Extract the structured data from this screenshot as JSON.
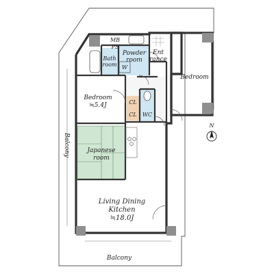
{
  "rooms": {
    "mb_ps": [
      "MB",
      "PS"
    ],
    "powder_room": [
      "Powder",
      "room"
    ],
    "bath_room": [
      "Bath",
      "room"
    ],
    "washer": "W",
    "entrance": [
      "Ent",
      "rance"
    ],
    "bedroom_east": "Bedroom",
    "bedroom_west": [
      "Bedroom",
      "≒5.4J"
    ],
    "closet_1": "CL",
    "closet_2": "CL",
    "wc": "WC",
    "japanese_room": [
      "Japanese",
      "room"
    ],
    "ldk": [
      "Living Dining",
      "Kitchen",
      "≒18.0J"
    ],
    "balcony_west": "Balcony",
    "balcony_south": "Balcony"
  },
  "compass": {
    "label": "N"
  },
  "colors": {
    "wet_area": "#cfe6f3",
    "closet": "#f1d3b3",
    "tatami": "#cfe7d2",
    "wall": "#333333",
    "column": "#8f8f8f"
  }
}
